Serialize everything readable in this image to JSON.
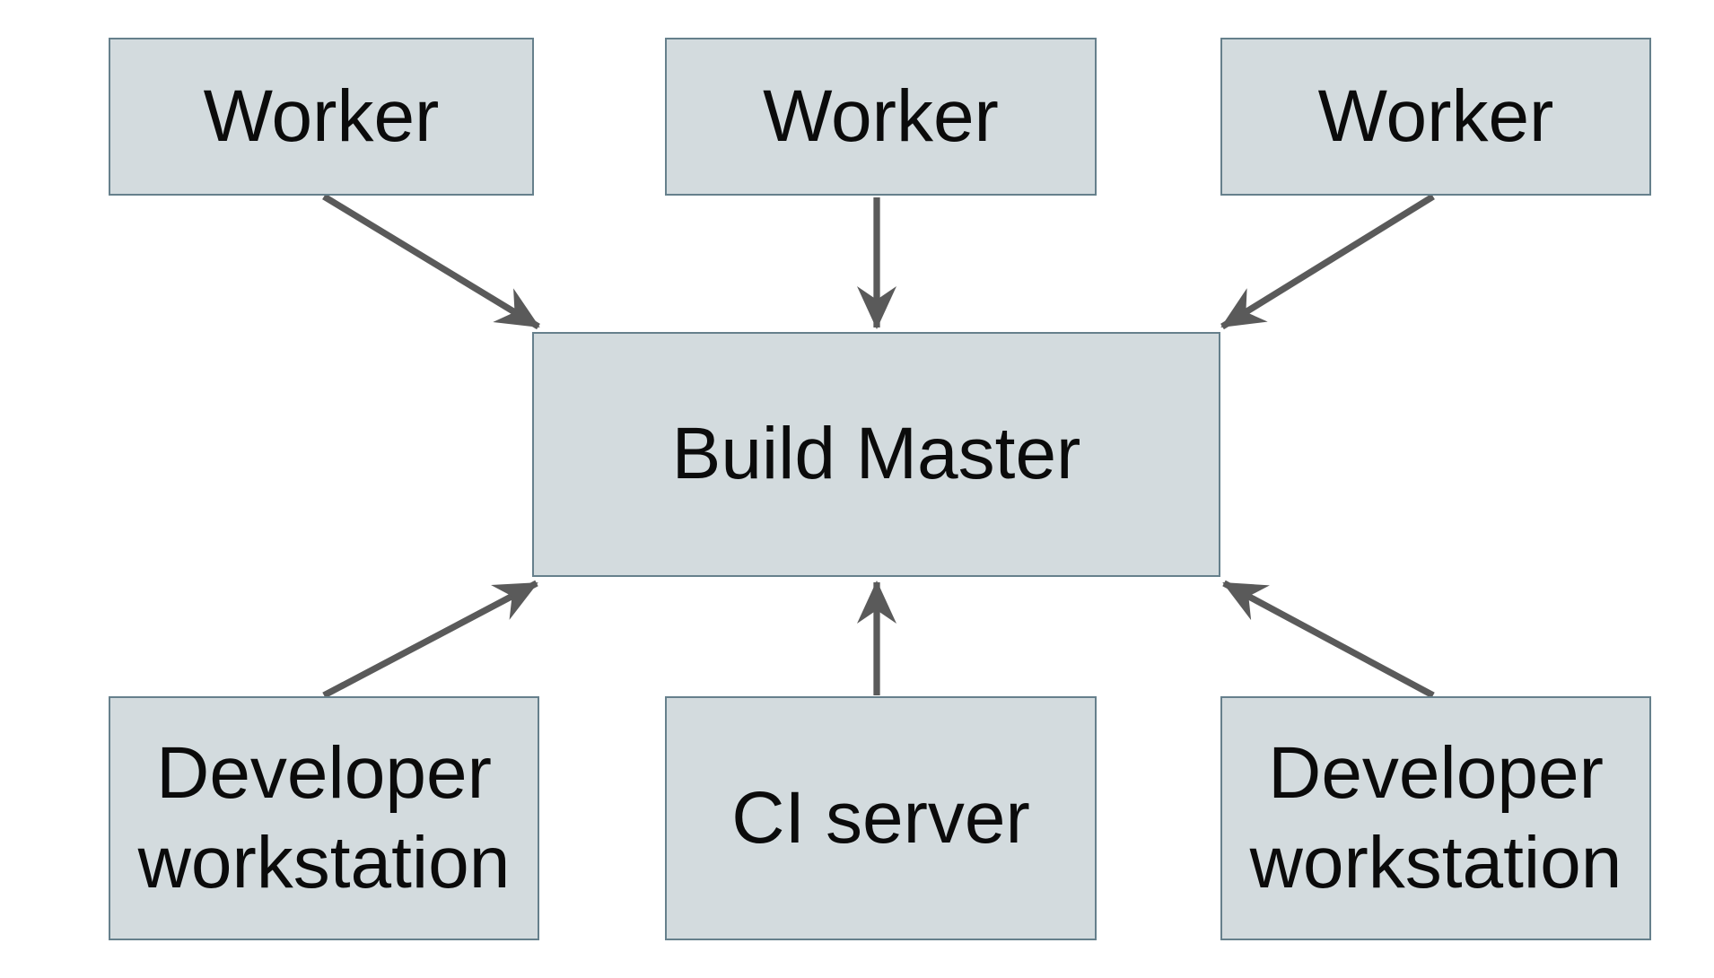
{
  "diagram": {
    "colors": {
      "background": "#ffffff",
      "node_fill": "#d3dbde",
      "node_border": "#66808c",
      "arrow": "#5a5a5a",
      "text": "#0b0b0b"
    },
    "nodes": [
      {
        "id": "worker-1",
        "label": "Worker"
      },
      {
        "id": "worker-2",
        "label": "Worker"
      },
      {
        "id": "worker-3",
        "label": "Worker"
      },
      {
        "id": "build-master",
        "label": "Build Master"
      },
      {
        "id": "developer-workstation-left",
        "label": "Developer workstation"
      },
      {
        "id": "ci-server",
        "label": "CI server"
      },
      {
        "id": "developer-workstation-right",
        "label": "Developer workstation"
      }
    ],
    "edges": [
      {
        "from": "worker-1",
        "to": "build-master"
      },
      {
        "from": "worker-2",
        "to": "build-master"
      },
      {
        "from": "worker-3",
        "to": "build-master"
      },
      {
        "from": "developer-workstation-left",
        "to": "build-master"
      },
      {
        "from": "ci-server",
        "to": "build-master"
      },
      {
        "from": "developer-workstation-right",
        "to": "build-master"
      }
    ]
  }
}
